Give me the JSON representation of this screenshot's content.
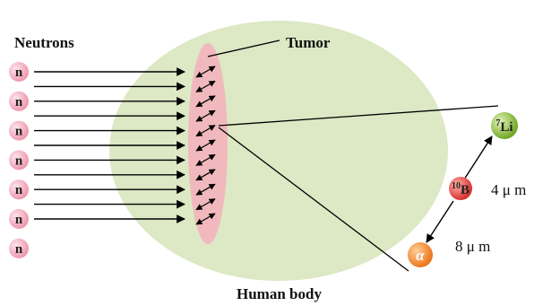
{
  "labels": {
    "neutrons": "Neutrons",
    "tumor": "Tumor",
    "human_body": "Human body",
    "neutron_symbol": "n",
    "alpha_symbol": "α",
    "distance_top": "4 μ m",
    "distance_bottom": "8 μ m"
  },
  "particles": {
    "boron": {
      "mass": "10",
      "symbol": "B"
    },
    "lithium": {
      "mass": "7",
      "symbol": "Li"
    }
  },
  "neutron_count": 7,
  "beam_count": 11,
  "colors": {
    "body": "#dde8c4",
    "tumor": "#f1b9bd",
    "neutron_ball": "#f2a3b8",
    "boron_ball": "#e23a3a",
    "lithium_ball": "#7cb22c",
    "alpha_ball": "#f07f1f"
  }
}
